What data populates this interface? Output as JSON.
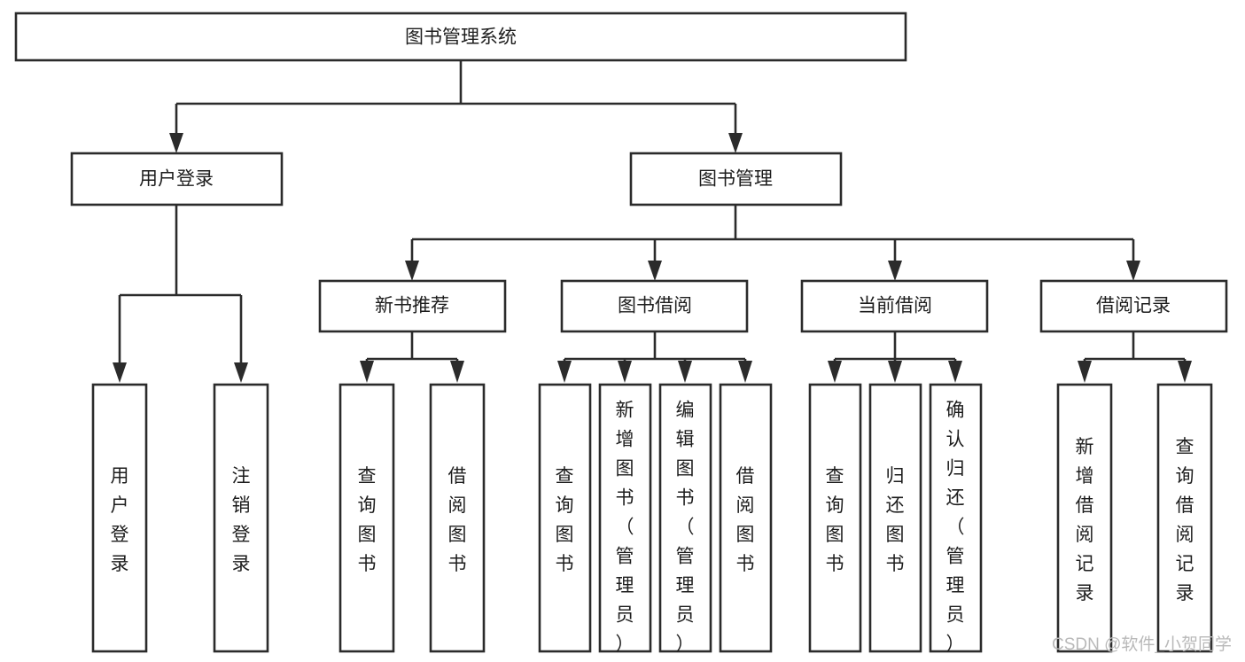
{
  "diagram": {
    "title": "图书管理系统",
    "type": "hierarchy-tree",
    "levels": 4,
    "root": {
      "id": "root",
      "label": "图书管理系统",
      "orientation": "horizontal"
    },
    "level2": [
      {
        "id": "user-login",
        "label": "用户登录",
        "orientation": "horizontal"
      },
      {
        "id": "book-manage",
        "label": "图书管理",
        "orientation": "horizontal"
      }
    ],
    "level3": [
      {
        "id": "new-book-rec",
        "label": "新书推荐",
        "orientation": "horizontal",
        "parent": "book-manage"
      },
      {
        "id": "book-borrow",
        "label": "图书借阅",
        "orientation": "horizontal",
        "parent": "book-manage"
      },
      {
        "id": "current-borrow",
        "label": "当前借阅",
        "orientation": "horizontal",
        "parent": "book-manage"
      },
      {
        "id": "borrow-record",
        "label": "借阅记录",
        "orientation": "horizontal",
        "parent": "book-manage"
      }
    ],
    "leaves": [
      {
        "id": "leaf-user-login",
        "label": "用户登录",
        "parent": "user-login",
        "orientation": "vertical"
      },
      {
        "id": "leaf-user-logout",
        "label": "注销登录",
        "parent": "user-login",
        "orientation": "vertical"
      },
      {
        "id": "leaf-query-book-1",
        "label": "查询图书",
        "parent": "new-book-rec",
        "orientation": "vertical"
      },
      {
        "id": "leaf-borrow-book-1",
        "label": "借阅图书",
        "parent": "new-book-rec",
        "orientation": "vertical"
      },
      {
        "id": "leaf-query-book-2",
        "label": "查询图书",
        "parent": "book-borrow",
        "orientation": "vertical"
      },
      {
        "id": "leaf-add-book",
        "label": "新增图书（管理员）",
        "parent": "book-borrow",
        "orientation": "vertical"
      },
      {
        "id": "leaf-edit-book",
        "label": "编辑图书（管理员）",
        "parent": "book-borrow",
        "orientation": "vertical"
      },
      {
        "id": "leaf-borrow-book-2",
        "label": "借阅图书",
        "parent": "book-borrow",
        "orientation": "vertical"
      },
      {
        "id": "leaf-query-book-3",
        "label": "查询图书",
        "parent": "current-borrow",
        "orientation": "vertical"
      },
      {
        "id": "leaf-return-book",
        "label": "归还图书",
        "parent": "current-borrow",
        "orientation": "vertical"
      },
      {
        "id": "leaf-confirm-return",
        "label": "确认归还（管理员）",
        "parent": "current-borrow",
        "orientation": "vertical"
      },
      {
        "id": "leaf-add-record",
        "label": "新增借阅记录",
        "parent": "borrow-record",
        "orientation": "vertical"
      },
      {
        "id": "leaf-query-record",
        "label": "查询借阅记录",
        "parent": "borrow-record",
        "orientation": "vertical"
      }
    ]
  },
  "watermark": {
    "text": "CSDN @软件_小贺同学"
  },
  "colors": {
    "stroke": "#2b2b2b",
    "fill": "#ffffff",
    "text": "#1d1d1d",
    "watermark": "#b9b9b9",
    "background": "#ffffff"
  }
}
